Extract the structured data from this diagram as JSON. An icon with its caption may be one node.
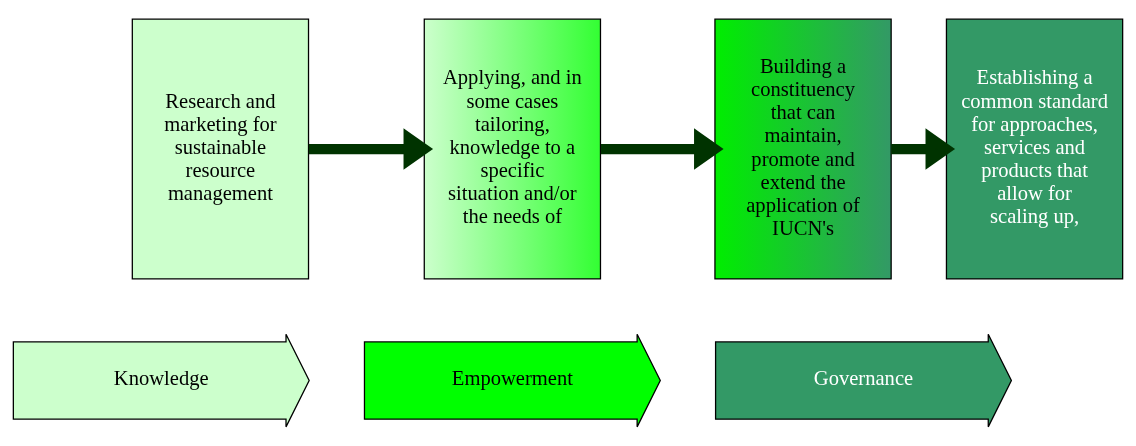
{
  "diagram": {
    "nodes": [
      {
        "text": [
          "Research and marketing for sustainable resource management"
        ]
      },
      {
        "text": [
          "Applying, and in some cases tailoring, knowledge to a specific situation and/or the needs of"
        ]
      },
      {
        "text": [
          "Building a constituency that can maintain, promote and extend the application of IUCN's"
        ]
      },
      {
        "text": [
          "Establishing a common standard for approaches, services and products that allow for scaling up,"
        ]
      },
      {
        "text": [
          "Knowledge"
        ]
      },
      {
        "text": [
          "Empowerment"
        ]
      },
      {
        "text": [
          "Governance"
        ]
      }
    ],
    "edges": [
      {
        "from": 0,
        "to": 1,
        "arrow": "to"
      },
      {
        "from": 1,
        "to": 2,
        "arrow": "to"
      },
      {
        "from": 2,
        "to": 3,
        "arrow": "to"
      }
    ]
  }
}
